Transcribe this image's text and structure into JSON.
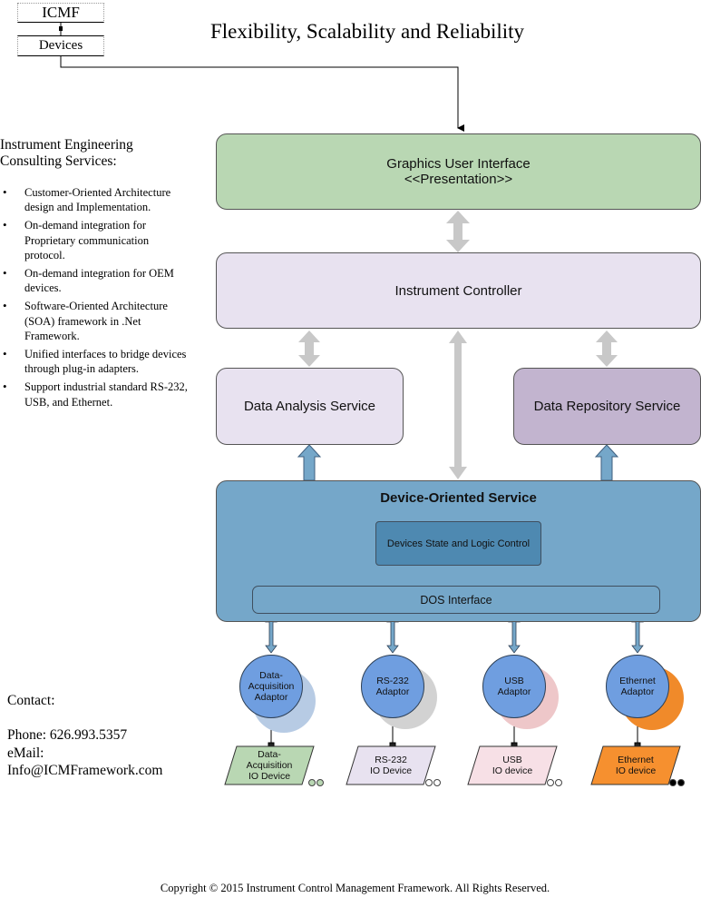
{
  "logo": {
    "top": "ICMF",
    "bottom": "Devices"
  },
  "title": "Flexibility, Scalability and Reliability",
  "services": {
    "heading_line1": "Instrument Engineering",
    "heading_line2": "Consulting Services:",
    "items": [
      "Customer-Oriented Architecture design and Implementation.",
      "On-demand integration for Proprietary communication protocol.",
      "On-demand integration for OEM devices.",
      "Software-Oriented Architecture (SOA) framework in .Net Framework.",
      "Unified interfaces to bridge devices through plug-in adapters.",
      "Support industrial standard RS-232, USB, and Ethernet."
    ]
  },
  "contact": {
    "heading": "Contact:",
    "phone": "Phone: 626.993.5357",
    "email_label": "eMail:",
    "email": "Info@ICMFramework.com"
  },
  "architecture": {
    "gui_line1": "Graphics User Interface",
    "gui_line2": "<<Presentation>>",
    "controller": "Instrument Controller",
    "analysis": "Data Analysis Service",
    "repository": "Data Repository Service",
    "dos_title": "Device-Oriented Service",
    "dos_state": "Devices State and Logic Control",
    "dos_interface": "DOS Interface"
  },
  "adaptors": [
    {
      "line1": "Data-",
      "line2": "Acquisition",
      "line3": "Adaptor",
      "shadow": "#b7cbe4"
    },
    {
      "line1": "RS-232",
      "line2": "Adaptor",
      "line3": "",
      "shadow": "#d2d2d2"
    },
    {
      "line1": "USB",
      "line2": "Adaptor",
      "line3": "",
      "shadow": "#eec7c9"
    },
    {
      "line1": "Ethernet",
      "line2": "Adaptor",
      "line3": "",
      "shadow": "#f08a2a"
    }
  ],
  "devices": [
    {
      "line1": "Data-",
      "line2": "Acquisition",
      "line3": "IO Device",
      "fill": "#b9d7b3",
      "dots": "#b9d7b3"
    },
    {
      "line1": "RS-232",
      "line2": "IO Device",
      "line3": "",
      "fill": "#e8e2f0",
      "dots": "#ffffff"
    },
    {
      "line1": "USB",
      "line2": "IO device",
      "line3": "",
      "fill": "#f7e0e6",
      "dots": "#ffffff"
    },
    {
      "line1": "Ethernet",
      "line2": "IO device",
      "line3": "",
      "fill": "#f6902f",
      "dots": "#000000"
    }
  ],
  "copyright": "Copyright © 2015 Instrument Control Management Framework. All Rights Reserved."
}
